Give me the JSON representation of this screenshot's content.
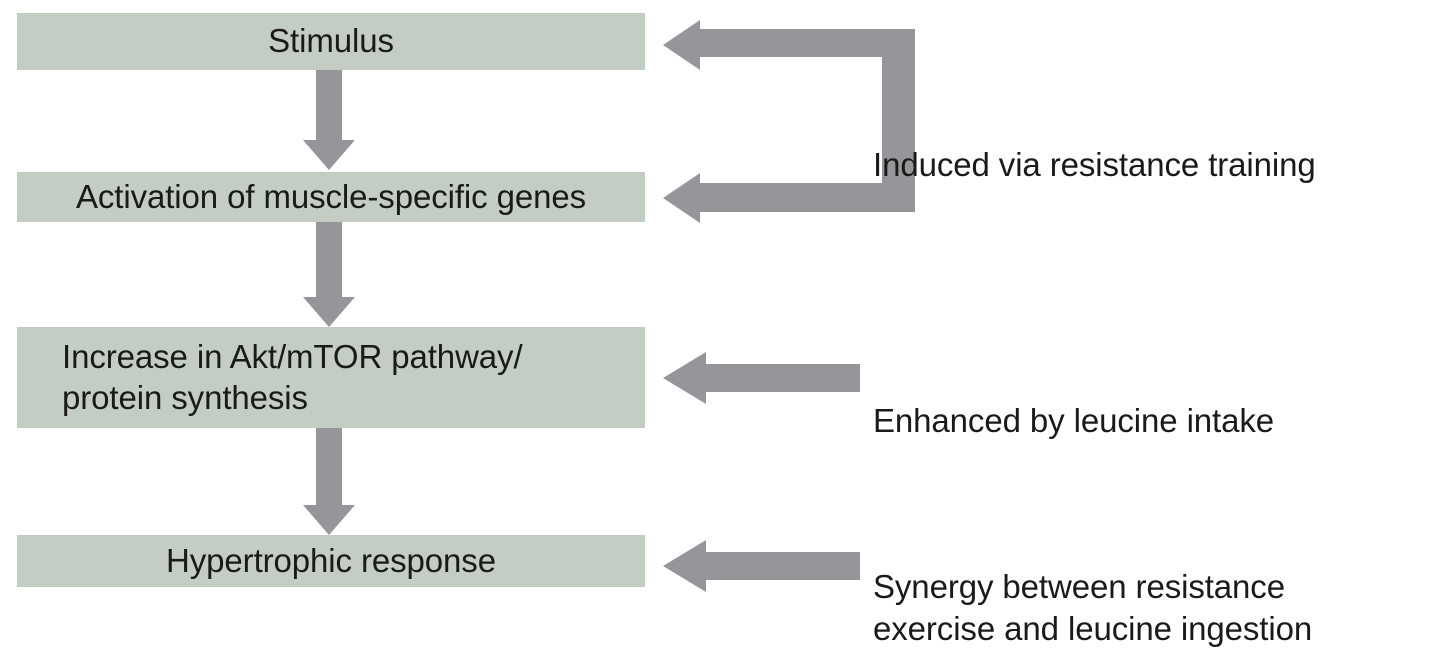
{
  "diagram": {
    "title": "Hypertrophy signaling flowchart",
    "colors": {
      "box_fill": "#c3cdc4",
      "arrow_gray": "#949699",
      "text": "#1a1a1a",
      "background": "#ffffff"
    },
    "nodes": [
      {
        "id": "stimulus",
        "label": "Stimulus",
        "align": "center"
      },
      {
        "id": "activation",
        "label": "Activation of muscle-specific genes",
        "align": "center"
      },
      {
        "id": "increase",
        "label": "Increase in Akt/mTOR pathway/\nprotein synthesis",
        "align": "left"
      },
      {
        "id": "hypertrophic",
        "label": "Hypertrophic response",
        "align": "center"
      }
    ],
    "annotations": [
      {
        "id": "resistance-training",
        "label": "Induced via resistance training",
        "targets": [
          "stimulus",
          "activation"
        ],
        "connector": "bracket"
      },
      {
        "id": "leucine-intake",
        "label": "Enhanced by leucine intake",
        "targets": [
          "increase"
        ],
        "connector": "straight"
      },
      {
        "id": "synergy",
        "label": "Synergy between resistance\nexercise and leucine ingestion",
        "targets": [
          "hypertrophic"
        ],
        "connector": "straight"
      }
    ],
    "flow_arrows": [
      {
        "from": "stimulus",
        "to": "activation"
      },
      {
        "from": "activation",
        "to": "increase"
      },
      {
        "from": "increase",
        "to": "hypertrophic"
      }
    ]
  }
}
